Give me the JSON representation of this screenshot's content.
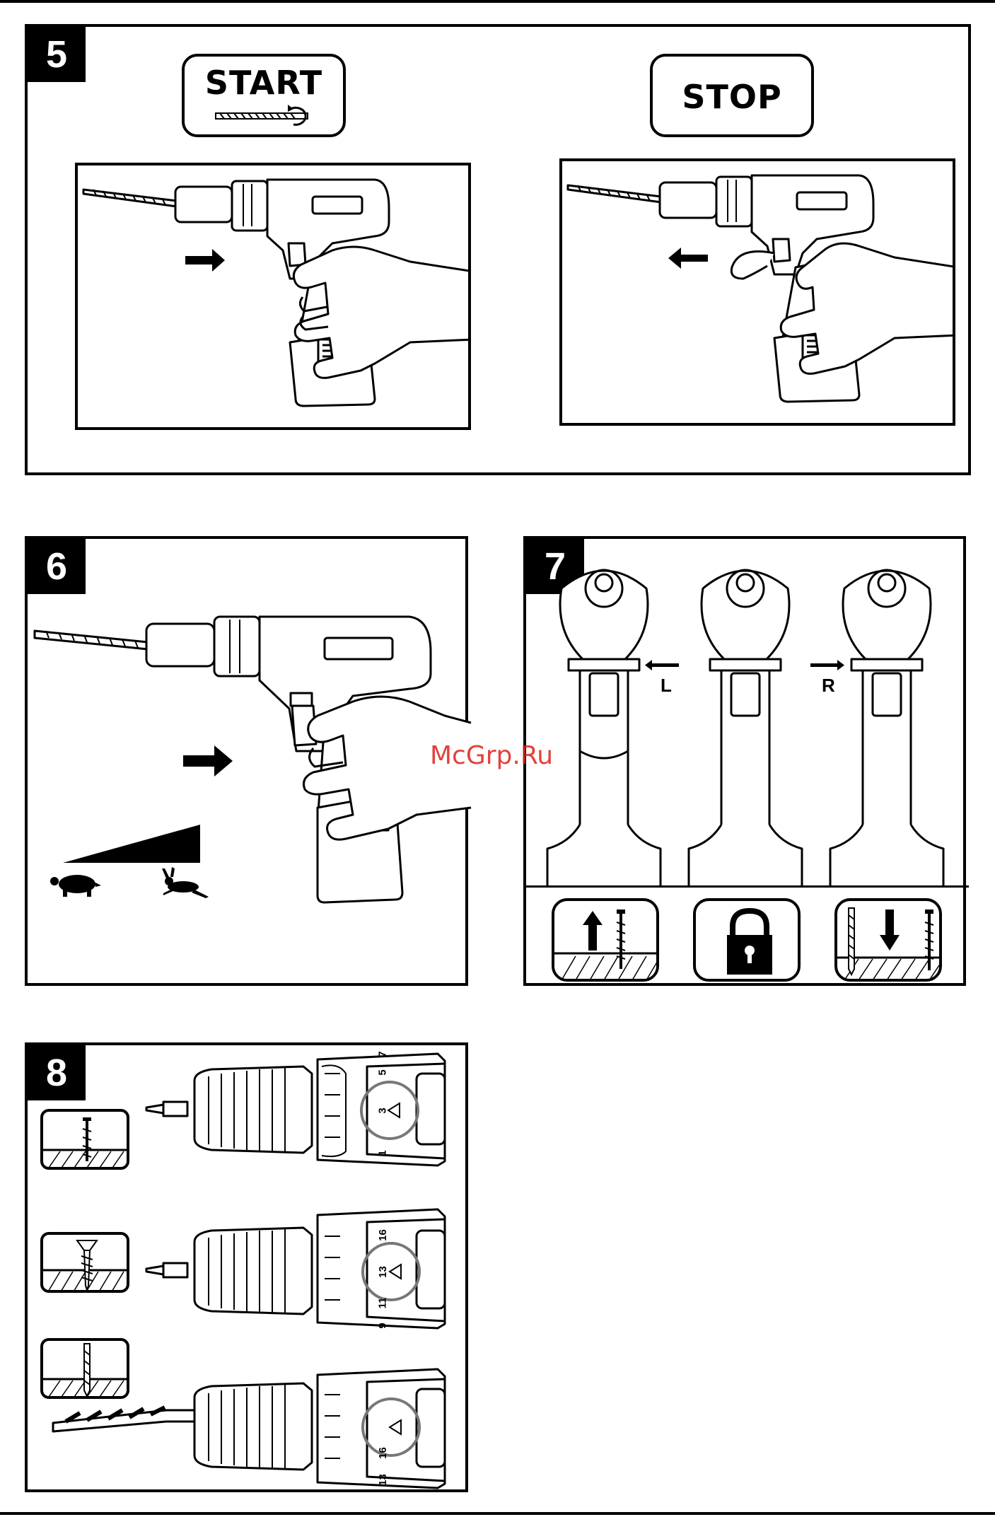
{
  "figures": {
    "fig5": {
      "number": "5",
      "start_label": "START",
      "stop_label": "STOP"
    },
    "fig6": {
      "number": "6",
      "slow_icon": "turtle-icon",
      "fast_icon": "rabbit-icon"
    },
    "fig7": {
      "number": "7",
      "left_label": "L",
      "right_label": "R",
      "icons": [
        "reverse-unscrew-icon",
        "lock-icon",
        "forward-screw-drill-icon"
      ]
    },
    "fig8": {
      "number": "8",
      "rows": [
        {
          "icon": "small-screw-icon",
          "dial": [
            "1",
            "3",
            "5",
            "7"
          ]
        },
        {
          "icon": "large-screw-icon",
          "dial": [
            "9",
            "11",
            "13",
            "16"
          ]
        },
        {
          "icon": "drill-bit-icon",
          "dial": [
            "13",
            "16"
          ]
        }
      ]
    }
  },
  "watermark": "McGrp.Ru",
  "colors": {
    "ink": "#000000",
    "watermark": "#e0201b",
    "dial_circle": "#777777"
  }
}
